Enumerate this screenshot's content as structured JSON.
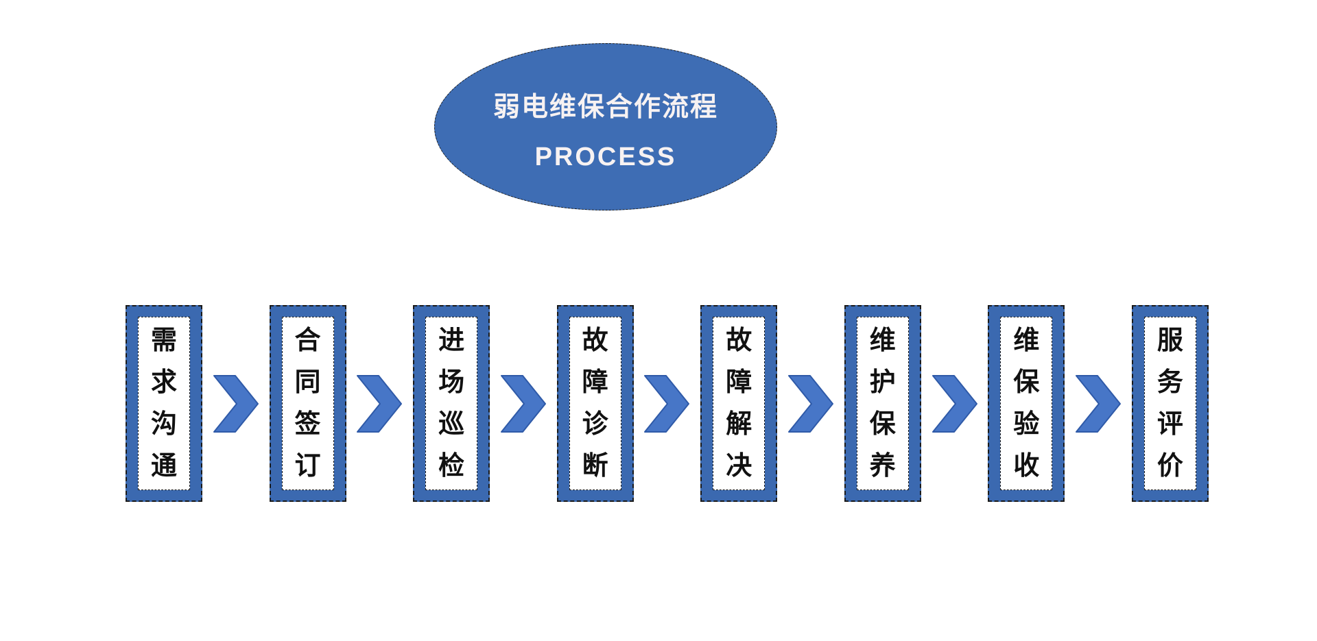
{
  "title": {
    "zh": "弱电维保合作流程",
    "en": "PROCESS"
  },
  "flow": {
    "steps": [
      {
        "label": "需求沟通",
        "chars": [
          "需",
          "求",
          "沟",
          "通"
        ]
      },
      {
        "label": "合同签订",
        "chars": [
          "合",
          "同",
          "签",
          "订"
        ]
      },
      {
        "label": "进场巡检",
        "chars": [
          "进",
          "场",
          "巡",
          "检"
        ]
      },
      {
        "label": "故障诊断",
        "chars": [
          "故",
          "障",
          "诊",
          "断"
        ]
      },
      {
        "label": "故障解决",
        "chars": [
          "故",
          "障",
          "解",
          "决"
        ]
      },
      {
        "label": "维护保养",
        "chars": [
          "维",
          "护",
          "保",
          "养"
        ]
      },
      {
        "label": "维保验收",
        "chars": [
          "维",
          "保",
          "验",
          "收"
        ]
      },
      {
        "label": "服务评价",
        "chars": [
          "服",
          "务",
          "评",
          "价"
        ]
      }
    ]
  },
  "colors": {
    "canvas-bg": "#FFFFFF",
    "ellipse-blue": "#3E6DB4",
    "box-blue": "#3B69B0",
    "chevron-blue": "#4776C7",
    "chevron-border": "#2F5AA8",
    "outline-dark": "#1A1A1A",
    "text-dark": "#111111",
    "title-text": "#F7F2F2"
  }
}
